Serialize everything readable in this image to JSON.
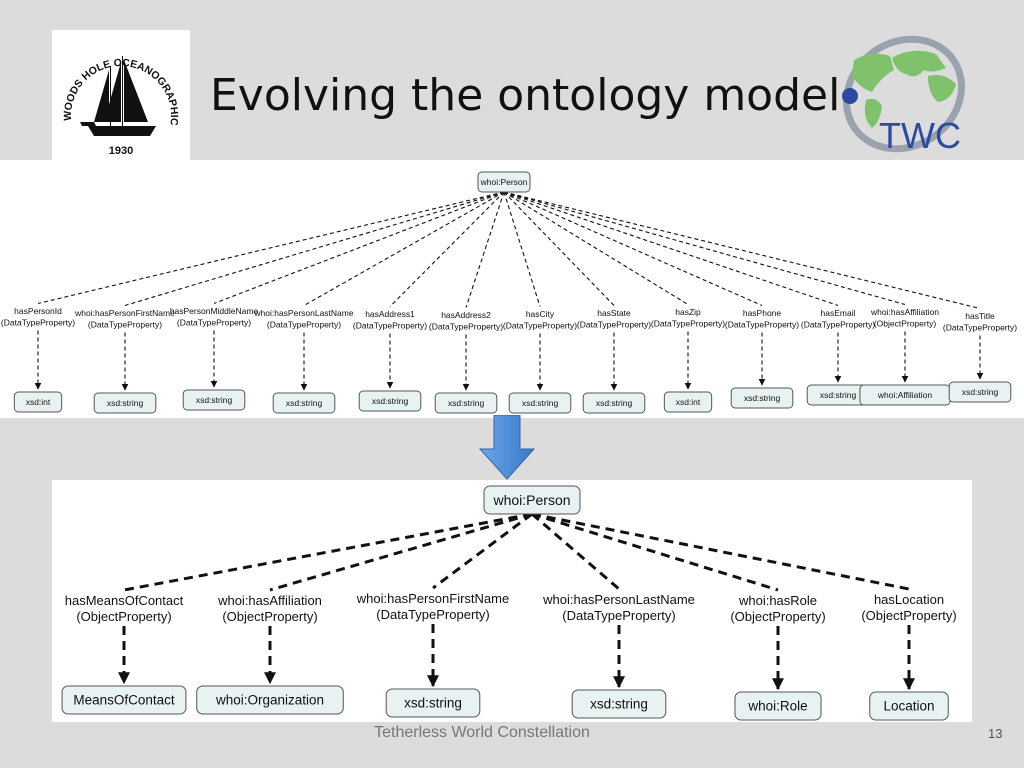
{
  "slide": {
    "title": "Evolving the ontology model",
    "footer": "Tetherless World Constellation",
    "page_number": "13"
  },
  "logos": {
    "whoi": {
      "text": "WOODS HOLE OCEANOGRAPHIC INSTITUTION",
      "year": "1930"
    },
    "twc": {
      "text": "TWC"
    }
  },
  "old_model": {
    "root": "whoi:Person",
    "properties": [
      {
        "name": "hasPersonId",
        "kind": "(DataTypeProperty)",
        "range": "xsd:int"
      },
      {
        "name": "whoi:hasPersonFirstName",
        "kind": "(DataTypeProperty)",
        "range": "xsd:string"
      },
      {
        "name": "hasPersonMiddleName",
        "kind": "(DataTypeProperty)",
        "range": "xsd:string"
      },
      {
        "name": "whoi:hasPersonLastName",
        "kind": "(DataTypeProperty)",
        "range": "xsd:string"
      },
      {
        "name": "hasAddress1",
        "kind": "(DataTypeProperty)",
        "range": "xsd:string"
      },
      {
        "name": "hasAddress2",
        "kind": "(DataTypeProperty)",
        "range": "xsd:string"
      },
      {
        "name": "hasCity",
        "kind": "(DataTypeProperty)",
        "range": "xsd:string"
      },
      {
        "name": "hasState",
        "kind": "(DataTypeProperty)",
        "range": "xsd:string"
      },
      {
        "name": "hasZip",
        "kind": "(DataTypeProperty)",
        "range": "xsd:int"
      },
      {
        "name": "hasPhone",
        "kind": "(DataTypeProperty)",
        "range": "xsd:string"
      },
      {
        "name": "hasEmail",
        "kind": "(DataTypeProperty)",
        "range": "xsd:string"
      },
      {
        "name": "whoi:hasAffiliation",
        "kind": "(ObjectProperty)",
        "range": "whoi:Affiliation"
      },
      {
        "name": "hasTitle",
        "kind": "(DataTypeProperty)",
        "range": "xsd:string"
      }
    ]
  },
  "new_model": {
    "root": "whoi:Person",
    "properties": [
      {
        "name": "hasMeansOfContact",
        "kind": "(ObjectProperty)",
        "range": "MeansOfContact"
      },
      {
        "name": "whoi:hasAffiliation",
        "kind": "(ObjectProperty)",
        "range": "whoi:Organization"
      },
      {
        "name": "whoi:hasPersonFirstName",
        "kind": "(DataTypeProperty)",
        "range": "xsd:string"
      },
      {
        "name": "whoi:hasPersonLastName",
        "kind": "(DataTypeProperty)",
        "range": "xsd:string"
      },
      {
        "name": "whoi:hasRole",
        "kind": "(ObjectProperty)",
        "range": "whoi:Role"
      },
      {
        "name": "hasLocation",
        "kind": "(ObjectProperty)",
        "range": "Location"
      }
    ]
  },
  "colors": {
    "node_fill": "#e9f2f2",
    "arrow_blue": "#4a8fdc"
  }
}
